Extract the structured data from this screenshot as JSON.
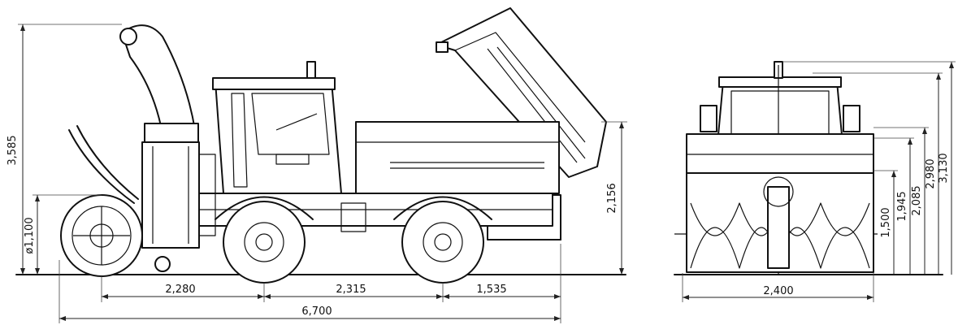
{
  "side_view": {
    "total_height": "3,585",
    "auger_diameter": "ø1,100",
    "body_height": "2,156",
    "dim_front_to_axle": "2,280",
    "wheelbase": "2,315",
    "rear_overhang": "1,535",
    "overall_length": "6,700"
  },
  "front_view": {
    "width": "2,400",
    "h1": "1,500",
    "h2": "1,945",
    "h3": "2,085",
    "h4": "2,980",
    "h5": "3,130"
  }
}
